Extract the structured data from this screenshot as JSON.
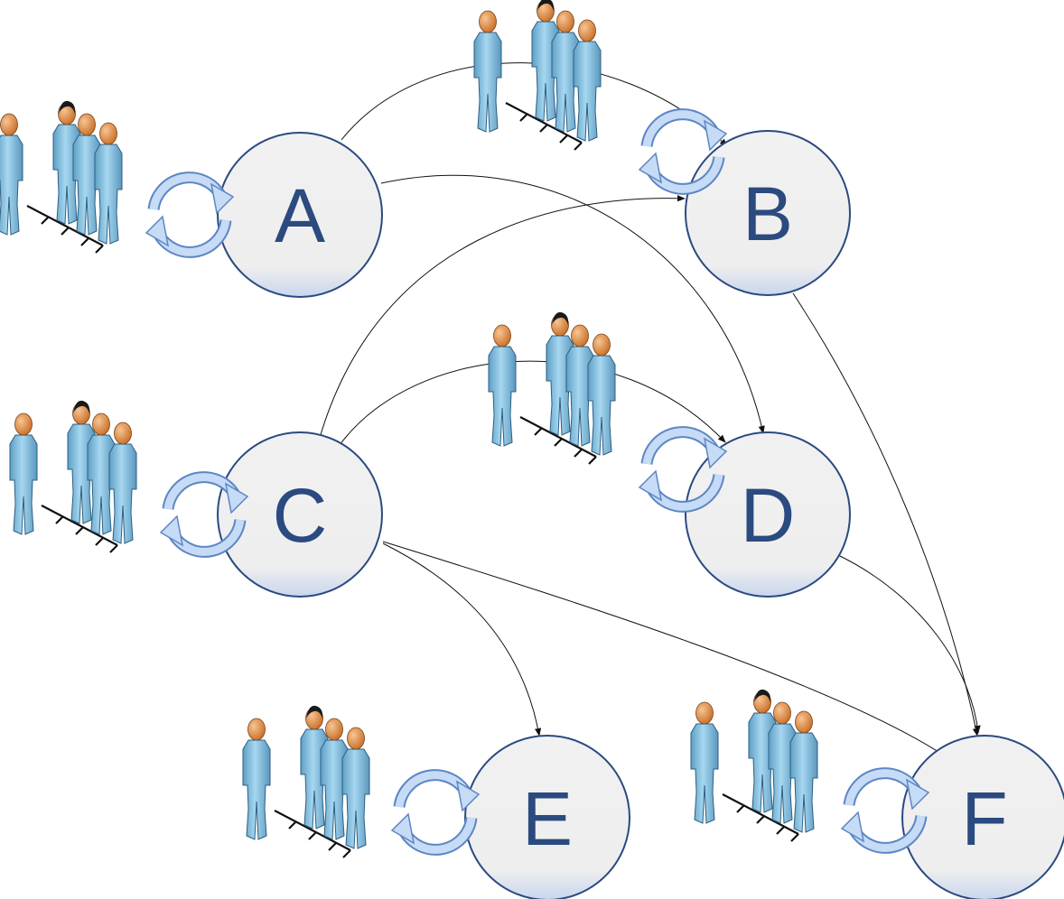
{
  "diagram": {
    "nodes": [
      {
        "id": "A",
        "label": "A"
      },
      {
        "id": "B",
        "label": "B"
      },
      {
        "id": "C",
        "label": "C"
      },
      {
        "id": "D",
        "label": "D"
      },
      {
        "id": "E",
        "label": "E"
      },
      {
        "id": "F",
        "label": "F"
      }
    ],
    "edges": [
      {
        "from": "A",
        "to": "B"
      },
      {
        "from": "A",
        "to": "D"
      },
      {
        "from": "C",
        "to": "B"
      },
      {
        "from": "C",
        "to": "D"
      },
      {
        "from": "C",
        "to": "E"
      },
      {
        "from": "C",
        "to": "F"
      },
      {
        "from": "B",
        "to": "F"
      },
      {
        "from": "D",
        "to": "F"
      }
    ],
    "node_icons": [
      "people-queue-icon",
      "sync-cycle-icon"
    ],
    "colors": {
      "node_fill": "#f0f0f0",
      "node_stroke": "#2a4a80",
      "node_label": "#2a4a80",
      "cycle_arrow": "#a9c8f0",
      "person_body": "#8cc7e6",
      "person_head": "#e49a55",
      "person_hair": "#1a1a1a"
    }
  }
}
